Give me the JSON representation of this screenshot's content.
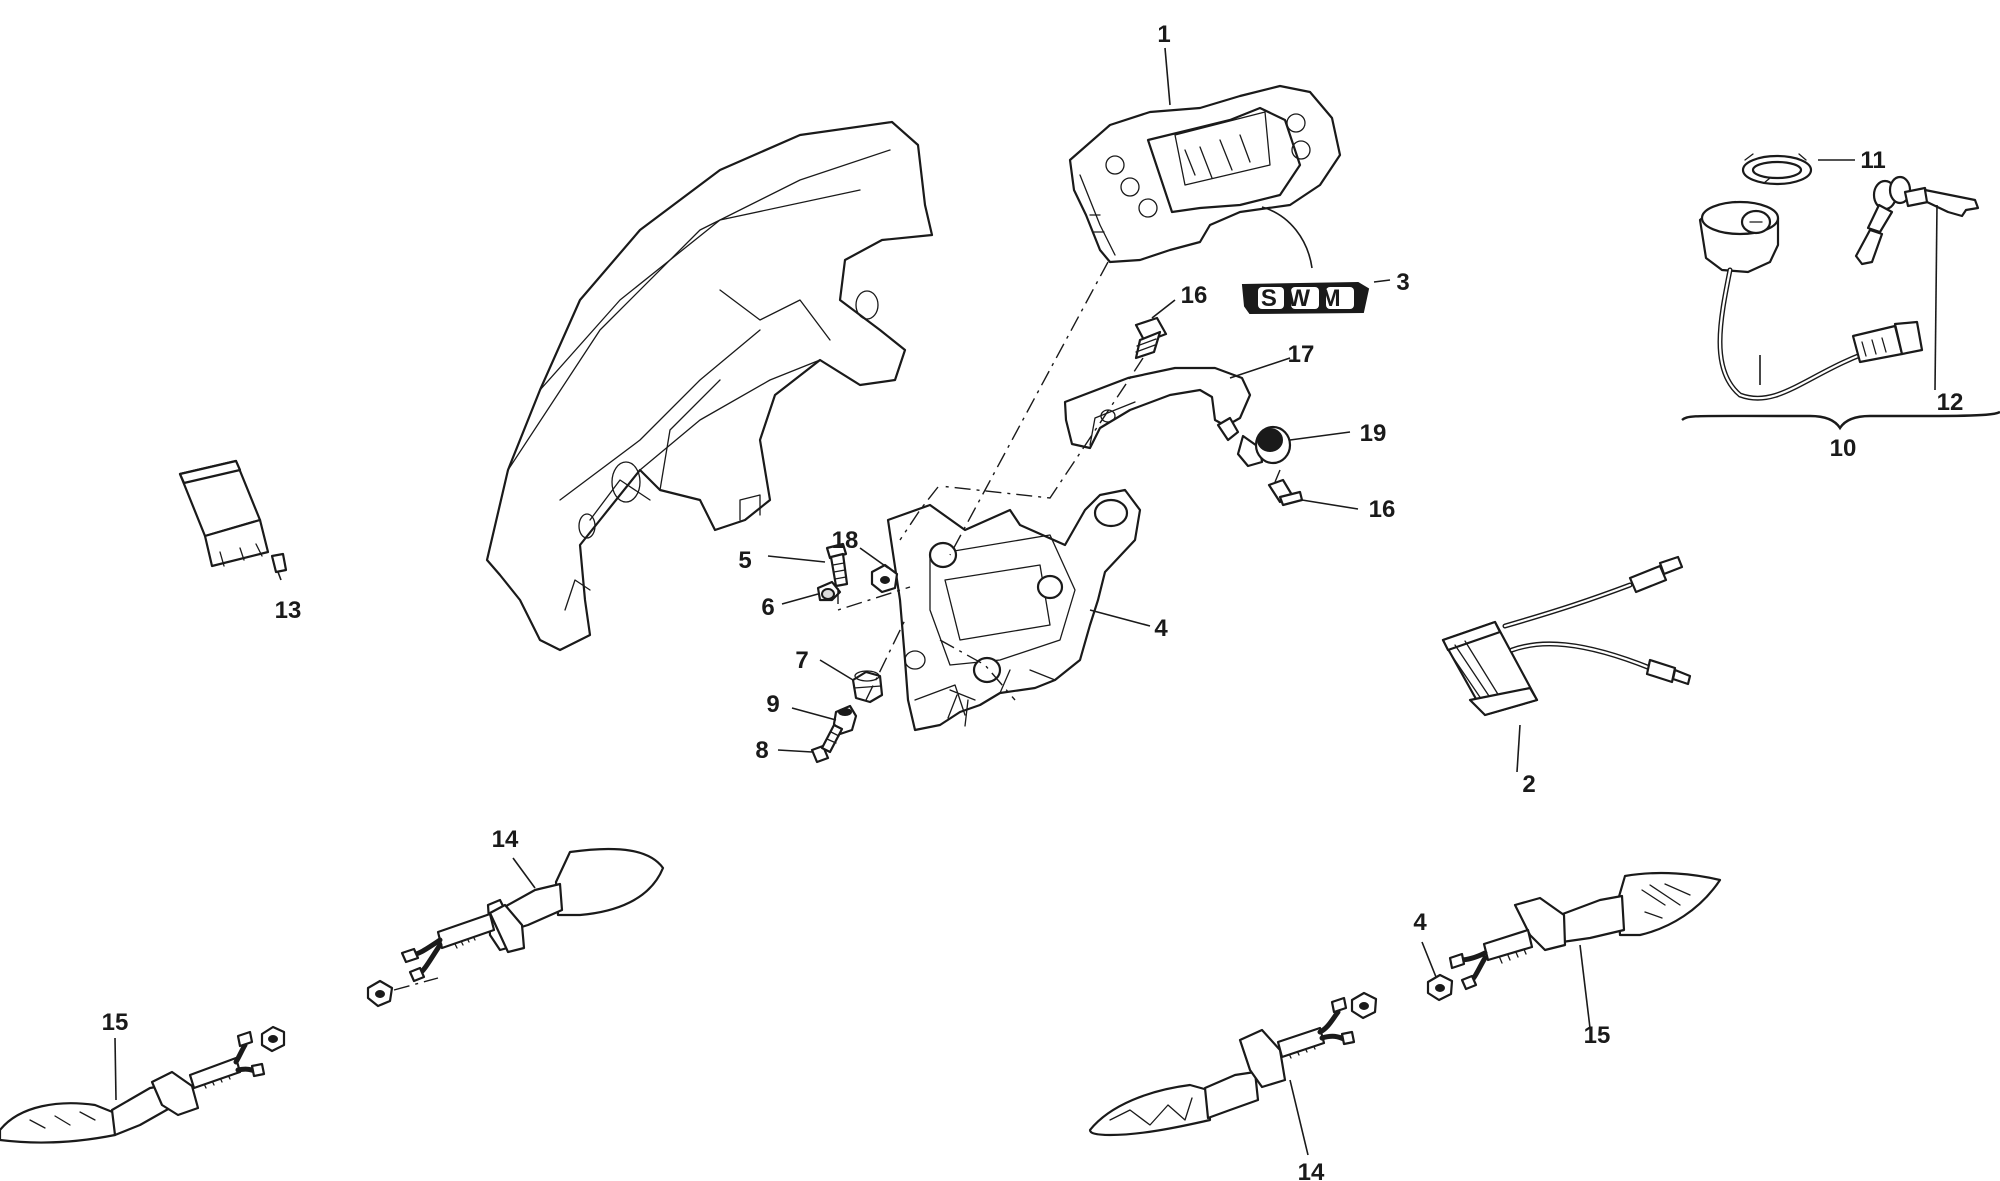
{
  "callouts": {
    "c1": "1",
    "c2": "2",
    "c3": "3",
    "c4a": "4",
    "c4b": "4",
    "c5": "5",
    "c6": "6",
    "c7": "7",
    "c8": "8",
    "c9": "9",
    "c10": "10",
    "c11": "11",
    "c12": "12",
    "c13": "13",
    "c14a": "14",
    "c14b": "14",
    "c15a": "15",
    "c15b": "15",
    "c16a": "16",
    "c16b": "16",
    "c17": "17",
    "c18": "18",
    "c19": "19"
  },
  "decal": {
    "logo_text": "SWM"
  },
  "colors": {
    "line": "#1a1a1a",
    "background": "#ffffff"
  }
}
